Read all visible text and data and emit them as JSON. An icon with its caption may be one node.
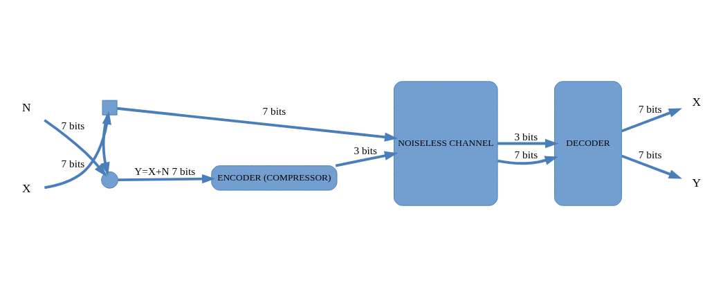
{
  "diagram": {
    "nodes": [
      {
        "text": [
          "N"
        ]
      },
      {
        "text": [],
        "shape": "circle"
      },
      {
        "text": [
          "ENCODER (COMPRESSOR)"
        ]
      },
      {
        "text": [
          "NOISELESS CHANNEL"
        ]
      },
      {
        "text": [
          "DECODER"
        ]
      },
      {
        "text": [
          "X"
        ]
      },
      {
        "text": [
          "X"
        ]
      },
      {
        "text": [],
        "shape": "box"
      },
      {
        "text": [
          "Y"
        ]
      }
    ],
    "edges": [
      {
        "from": 0,
        "to": 1,
        "arrow": "to",
        "label": "7 bits"
      },
      {
        "from": 1,
        "to": 2,
        "arrow": "to",
        "label": "Y=X+N 7 bits"
      },
      {
        "from": 2,
        "to": 3,
        "arrow": "to",
        "label": "3 bits"
      },
      {
        "from": 3,
        "to": 4,
        "arrow": "to",
        "label": "3 bits"
      },
      {
        "from": 4,
        "to": 5,
        "arrow": "to",
        "label": "7 bits"
      },
      {
        "from": 6,
        "to": 7,
        "arrow": "to",
        "label": "7 bits"
      },
      {
        "from": 7,
        "to": 1,
        "arrow": "to"
      },
      {
        "from": 7,
        "to": 3,
        "arrow": "to",
        "label": "7 bits"
      },
      {
        "from": 3,
        "to": 4,
        "arrow": "to",
        "label": "7 bits"
      },
      {
        "from": 4,
        "to": 8,
        "arrow": "to",
        "label": "7 bits"
      }
    ]
  }
}
